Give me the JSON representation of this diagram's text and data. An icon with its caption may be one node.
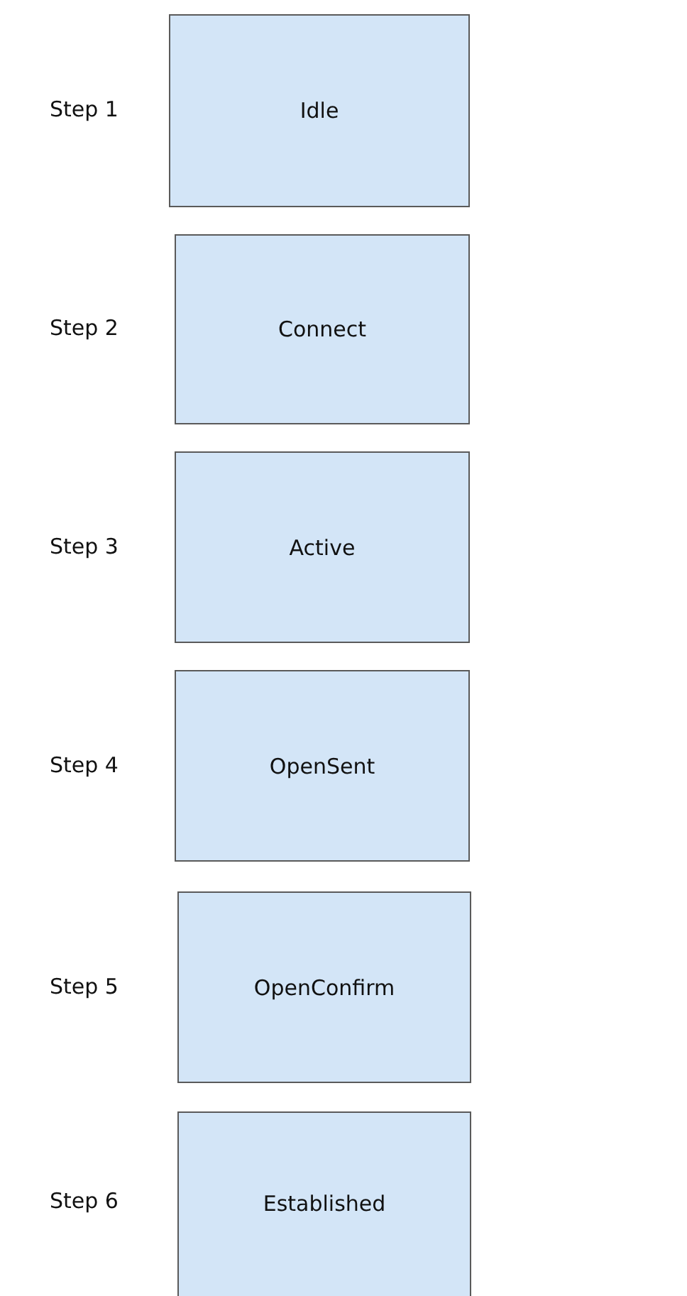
{
  "diagram": {
    "nodes": [
      {
        "text": [
          "Idle"
        ],
        "beside": [
          "Step 1"
        ]
      },
      {
        "text": [
          "Connect"
        ],
        "beside": [
          "Step 2"
        ]
      },
      {
        "text": [
          "Active"
        ],
        "beside": [
          "Step 3"
        ]
      },
      {
        "text": [
          "OpenSent"
        ],
        "beside": [
          "Step 4"
        ]
      },
      {
        "text": [
          "OpenConfirm"
        ],
        "beside": [
          "Step 5"
        ]
      },
      {
        "text": [
          "Established"
        ],
        "beside": [
          "Step 6"
        ]
      }
    ]
  }
}
